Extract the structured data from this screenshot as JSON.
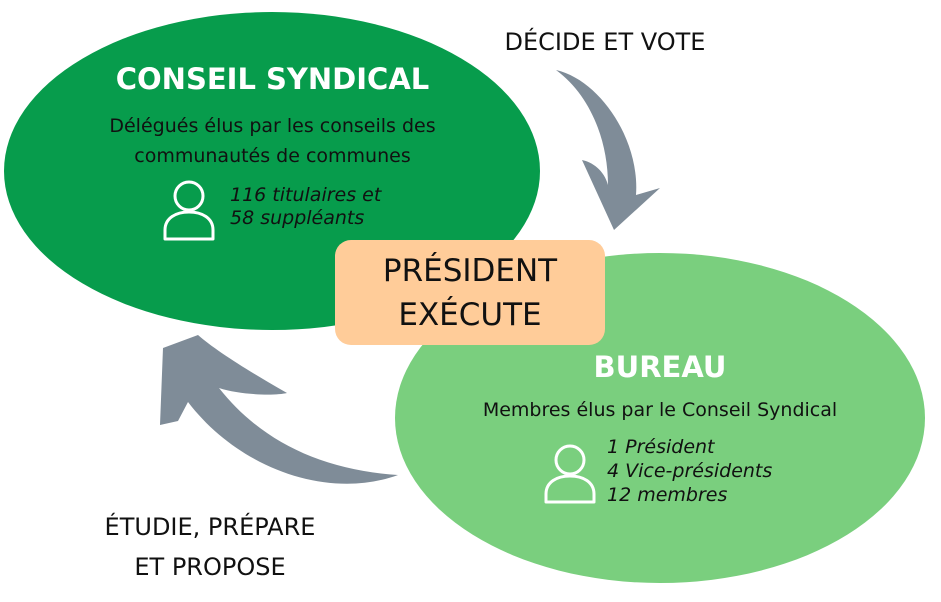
{
  "colors": {
    "conseil_fill": "#079C4C",
    "bureau_fill": "#7ACF7E",
    "president_fill": "#FFCC99",
    "arrow": "#7F8C98"
  },
  "conseil": {
    "title": "CONSEIL SYNDICAL",
    "desc_line1": "Délégués élus par les conseils des",
    "desc_line2": "communautés de communes",
    "icon": "user-icon",
    "counts": [
      "116 titulaires et",
      "58 suppléants"
    ]
  },
  "president": {
    "line1": "PRÉSIDENT",
    "line2": "EXÉCUTE"
  },
  "bureau": {
    "title": "BUREAU",
    "desc": "Membres élus par le Conseil Syndical",
    "icon": "user-icon",
    "counts": [
      "1 Président",
      "4 Vice-présidents",
      "12 membres"
    ]
  },
  "arrows": {
    "top_label": "DÉCIDE ET VOTE",
    "bottom_label_line1": "ÉTUDIE, PRÉPARE",
    "bottom_label_line2": "ET PROPOSE"
  }
}
